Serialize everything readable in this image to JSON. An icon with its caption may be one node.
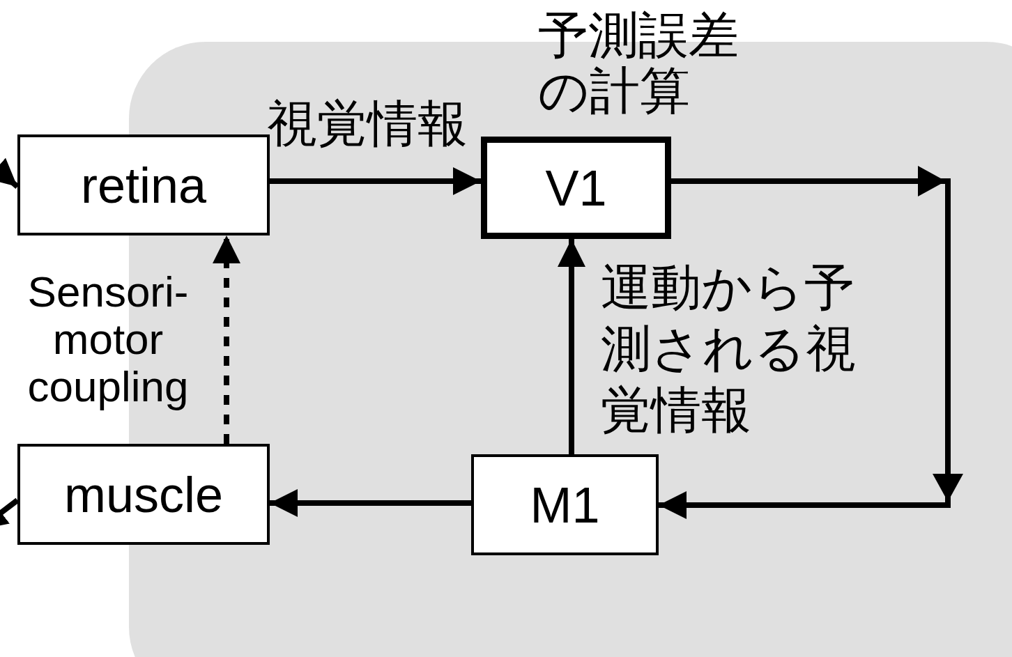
{
  "diagram": {
    "nodes": [
      {
        "text": [],
        "shape": "box"
      },
      {
        "text": [
          "retina"
        ]
      },
      {
        "text": [
          "V1"
        ],
        "beside": [
          "予測誤差の計算"
        ],
        "in": 0
      },
      {
        "text": [
          "M1"
        ],
        "in": 0
      },
      {
        "text": [
          "muscle"
        ]
      }
    ],
    "edges": [
      {
        "from": 1,
        "to": 2,
        "arrow": "to",
        "label": "視覚情報"
      },
      {
        "from": 2,
        "to": 3,
        "arrow": "to"
      },
      {
        "from": 3,
        "to": 2,
        "arrow": "to",
        "label": "運動から予測される視覚情報"
      },
      {
        "from": 3,
        "to": 4,
        "arrow": "to"
      },
      {
        "from": 4,
        "to": 1,
        "arrow": "to",
        "style": "dashed",
        "label": "Sensori- motor coupling"
      },
      {
        "from": null,
        "to": 1,
        "arrow": "to"
      },
      {
        "from": 4,
        "to": null,
        "arrow": "to"
      }
    ]
  }
}
